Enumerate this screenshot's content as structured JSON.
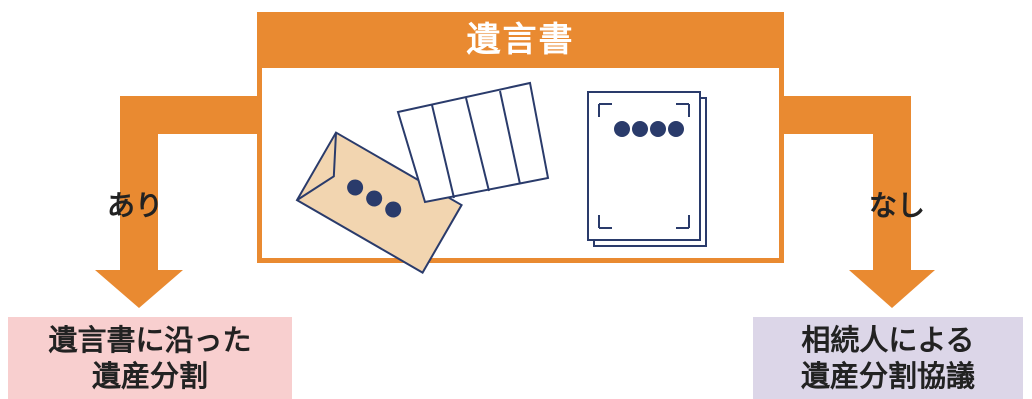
{
  "diagram": {
    "header_title": "遺言書",
    "branches": {
      "left_label": "あり",
      "right_label": "なし"
    },
    "results": {
      "left_line1": "遺言書に沿った",
      "left_line2": "遺産分割",
      "right_line1": "相続人による",
      "right_line2": "遺産分割協議"
    },
    "icons": {
      "envelope": "envelope-icon",
      "folded_letter": "folded-letter-icon",
      "formal_document": "formal-document-icon"
    },
    "colors": {
      "orange": "#E98A31",
      "navy": "#2A3B6B",
      "envelope_fill": "#F2D5B0",
      "left_result_fill": "#F8CFCF",
      "right_result_fill": "#DCD6E8",
      "white": "#FFFFFF"
    }
  }
}
